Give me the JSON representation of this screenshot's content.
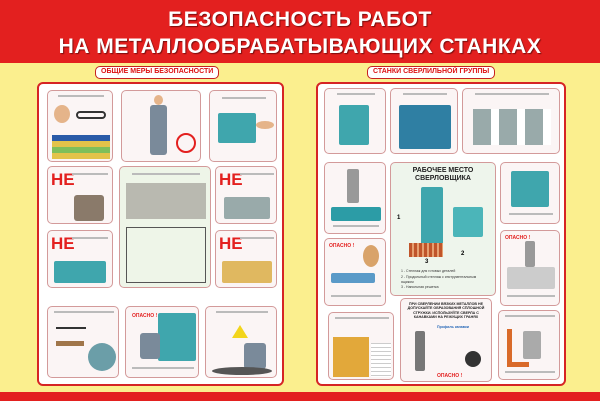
{
  "title": {
    "line1": "БЕЗОПАСНОСТЬ РАБОТ",
    "line2": "НА МЕТАЛЛООБРАБАТЫВАЮЩИХ СТАНКАХ"
  },
  "sections": {
    "left": "ОБЩИЕ МЕРЫ БЕЗОПАСНОСТИ",
    "right": "СТАНКИ СВЕРЛИЛЬНОЙ ГРУППЫ"
  },
  "left_panel": {
    "ne_label": "НЕ"
  },
  "right_panel": {
    "workplace": {
      "title": "РАБОЧЕЕ МЕСТО СВЕРЛОВЩИКА",
      "numbers": [
        "1",
        "2",
        "3"
      ],
      "legend": [
        "1 - Стеллаж для готовых деталей",
        "2 - Продольный стеллаж с инструментальным ящиком",
        "3 - Напольная решетка"
      ]
    },
    "danger": "ОПАСНО !",
    "flute": {
      "text": "ПРИ СВЕРЛЕНИИ ВЯЗКИХ МЕТАЛЛОВ НЕ ДОПУСКАЙТЕ ОБРАЗОВАНИЯ СПЛОШНОЙ СТРУЖКИ. ИСПОЛЬЗУЙТЕ СВЕРЛА С КАНАВКАМИ НА РЕЖУЩИХ ГРАНЯХ",
      "profile": "Профиль канавки"
    }
  },
  "colors": {
    "red": "#e3201f",
    "yellow": "#fbef8e",
    "machine": "#3fa6ad"
  }
}
